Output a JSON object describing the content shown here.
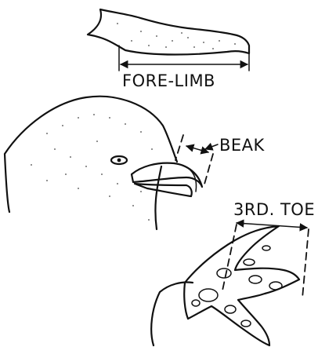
{
  "figure": {
    "labels": {
      "fore_limb": "FORE-LIMB",
      "beak": "BEAK",
      "third_toe": "3RD. TOE"
    }
  },
  "colors": {
    "ink": "#111111",
    "paper": "#ffffff"
  }
}
